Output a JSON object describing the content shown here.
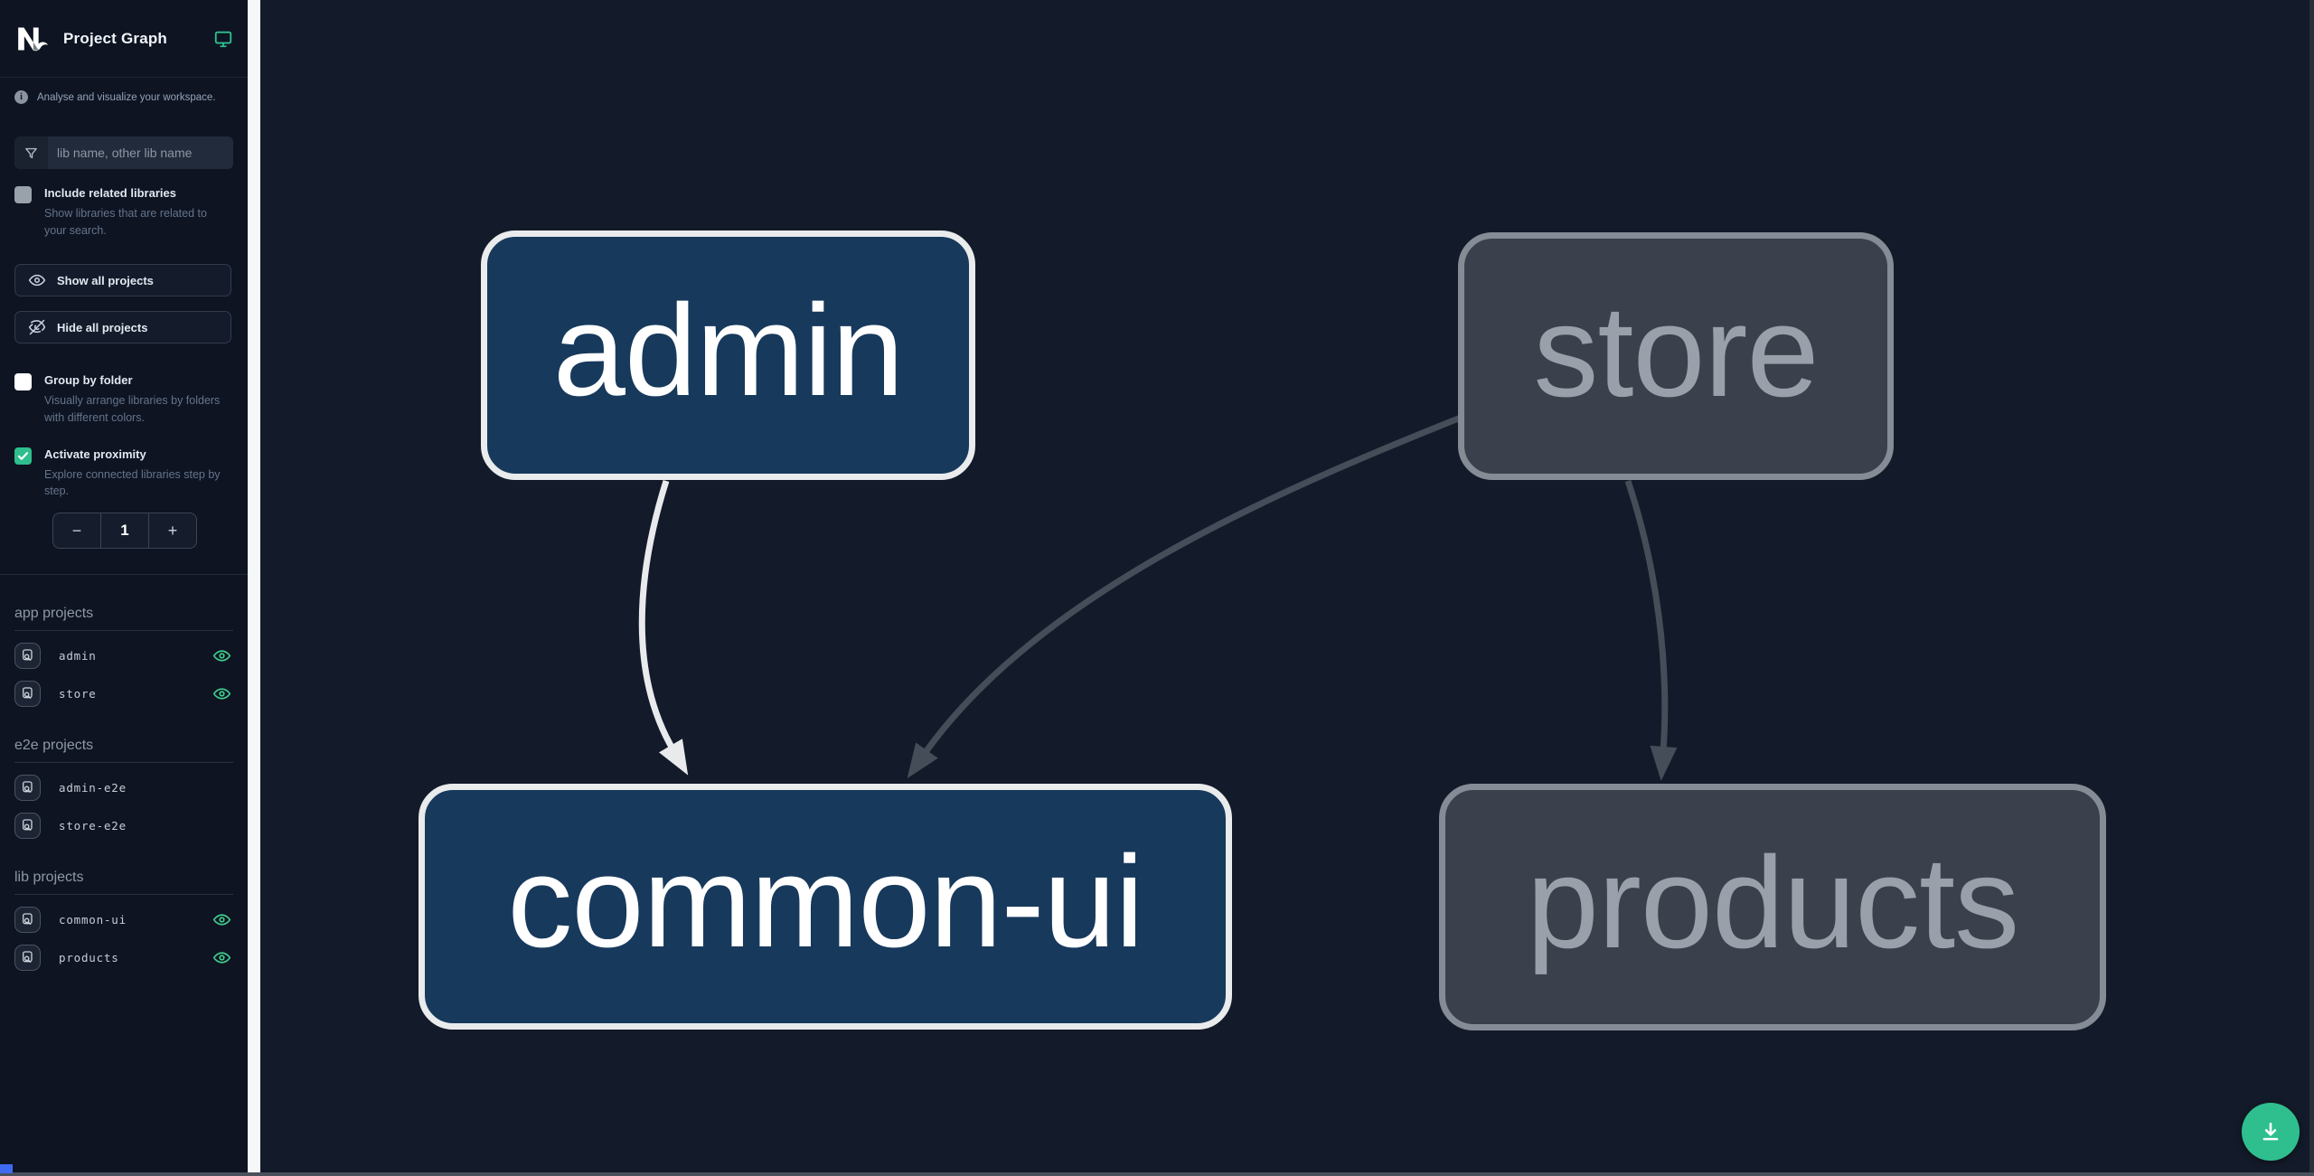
{
  "header": {
    "title": "Project Graph"
  },
  "sidebar": {
    "tagline": "Analyse and visualize your workspace.",
    "search": {
      "placeholder": "lib name, other lib name"
    },
    "include_related": {
      "label": "Include related libraries",
      "desc": "Show libraries that are related to your search.",
      "checked": false
    },
    "buttons": {
      "show_all": "Show all projects",
      "hide_all": "Hide all projects"
    },
    "group_by_folder": {
      "label": "Group by folder",
      "desc": "Visually arrange libraries by folders with different colors.",
      "checked": false
    },
    "proximity": {
      "label": "Activate proximity",
      "desc": "Explore connected libraries step by step.",
      "checked": true,
      "minus": "−",
      "value": "1",
      "plus": "+"
    },
    "sections": [
      {
        "title": "app projects",
        "items": [
          {
            "name": "admin",
            "visible": true
          },
          {
            "name": "store",
            "visible": true
          }
        ]
      },
      {
        "title": "e2e projects",
        "items": [
          {
            "name": "admin-e2e",
            "visible": false
          },
          {
            "name": "store-e2e",
            "visible": false
          }
        ]
      },
      {
        "title": "lib projects",
        "items": [
          {
            "name": "common-ui",
            "visible": true
          },
          {
            "name": "products",
            "visible": true
          }
        ]
      }
    ]
  },
  "graph": {
    "nodes": [
      {
        "id": "admin",
        "label": "admin",
        "state": "focused"
      },
      {
        "id": "store",
        "label": "store",
        "state": "muted"
      },
      {
        "id": "common-ui",
        "label": "common-ui",
        "state": "focused"
      },
      {
        "id": "products",
        "label": "products",
        "state": "muted"
      }
    ],
    "edges": [
      {
        "from": "admin",
        "to": "common-ui",
        "state": "focused"
      },
      {
        "from": "store",
        "to": "common-ui",
        "state": "muted"
      },
      {
        "from": "store",
        "to": "products",
        "state": "muted"
      }
    ]
  },
  "colors": {
    "accent_teal": "#2fbf8f",
    "node_focused_bg": "#17395c",
    "node_focused_border": "#e9ebec",
    "node_muted_bg": "#3a414d",
    "node_muted_border": "#868c95",
    "edge_focused": "#e8eaec",
    "edge_muted": "#454d59",
    "sidebar_bg": "#0e1422",
    "canvas_bg": "#131a29"
  },
  "fab": {
    "icon": "download"
  }
}
